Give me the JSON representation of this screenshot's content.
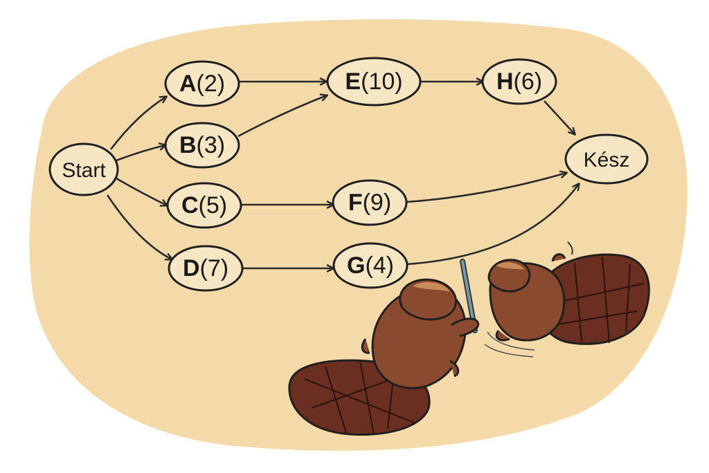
{
  "colors": {
    "blob": "#f4d9a9",
    "node_fill": "#f7e6c4",
    "outline": "#1f1f1f",
    "beaver_body": "#8a4a2f",
    "beaver_tail": "#6b2f22",
    "beaver_light": "#c98a5a"
  },
  "nodes": [
    {
      "id": "start",
      "letter": "",
      "rest": "Start"
    },
    {
      "id": "A",
      "letter": "A",
      "rest": "(2)"
    },
    {
      "id": "B",
      "letter": "B",
      "rest": "(3)"
    },
    {
      "id": "C",
      "letter": "C",
      "rest": "(5)"
    },
    {
      "id": "D",
      "letter": "D",
      "rest": "(7)"
    },
    {
      "id": "E",
      "letter": "E",
      "rest": "(10)"
    },
    {
      "id": "F",
      "letter": "F",
      "rest": "(9)"
    },
    {
      "id": "G",
      "letter": "G",
      "rest": "(4)"
    },
    {
      "id": "H",
      "letter": "H",
      "rest": "(6)"
    },
    {
      "id": "kesz",
      "letter": "",
      "rest": "Kész"
    }
  ],
  "edges": [
    [
      "start",
      "A"
    ],
    [
      "start",
      "B"
    ],
    [
      "start",
      "C"
    ],
    [
      "start",
      "D"
    ],
    [
      "A",
      "E"
    ],
    [
      "B",
      "E"
    ],
    [
      "E",
      "H"
    ],
    [
      "H",
      "kesz"
    ],
    [
      "C",
      "F"
    ],
    [
      "F",
      "kesz"
    ],
    [
      "D",
      "G"
    ],
    [
      "G",
      "kesz"
    ]
  ],
  "illustration": {
    "subject": "two beavers, one holding a pointer stick"
  }
}
